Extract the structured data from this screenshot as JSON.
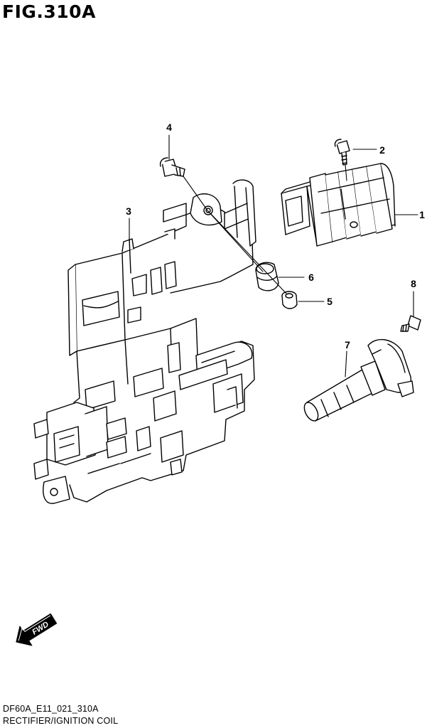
{
  "figure": {
    "title": "FIG.310A",
    "code": "DF60A_E11_021_310A",
    "name": "RECTIFIER/IGNITION COIL",
    "direction_label": "FWD"
  },
  "callouts": [
    "1",
    "2",
    "3",
    "4",
    "5",
    "6",
    "7",
    "8"
  ],
  "parts": [
    {
      "callout": "1",
      "part": "rectifier"
    },
    {
      "callout": "2",
      "part": "rectifier-bolt"
    },
    {
      "callout": "3",
      "part": "mounting-bracket"
    },
    {
      "callout": "4",
      "part": "bracket-bolt"
    },
    {
      "callout": "5",
      "part": "collar"
    },
    {
      "callout": "6",
      "part": "grommet"
    },
    {
      "callout": "7",
      "part": "ignition-coil"
    },
    {
      "callout": "8",
      "part": "ignition-coil-bolt"
    }
  ]
}
